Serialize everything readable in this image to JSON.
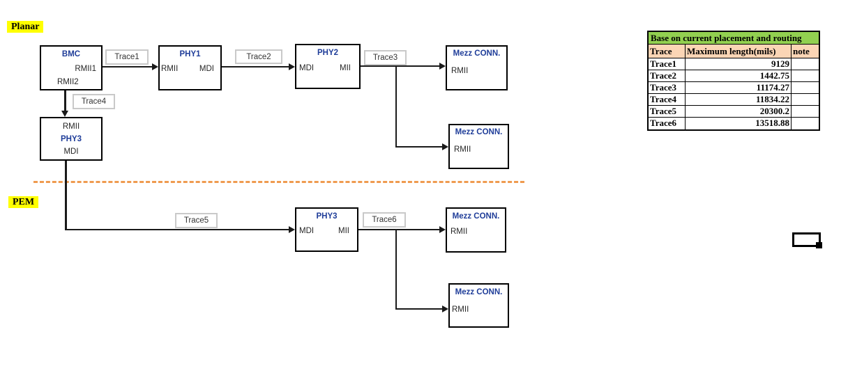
{
  "sections": {
    "planar": "Planar",
    "pem": "PEM"
  },
  "boxes": {
    "bmc": {
      "title": "BMC",
      "port1": "RMII1",
      "port2": "RMII2"
    },
    "phy1": {
      "title": "PHY1",
      "left_port": "RMII",
      "right_port": "MDI"
    },
    "phy2": {
      "title": "PHY2",
      "left_port": "MDI",
      "right_port": "MII"
    },
    "phy3_planar": {
      "top_port": "RMII",
      "title": "PHY3",
      "bottom_port": "MDI"
    },
    "phy3_pem": {
      "title": "PHY3",
      "left_port": "MDI",
      "right_port": "MII"
    },
    "mezz1": {
      "title": "Mezz CONN.",
      "port": "RMII"
    },
    "mezz2": {
      "title": "Mezz CONN.",
      "port": "RMII"
    },
    "mezz3": {
      "title": "Mezz CONN.",
      "port": "RMII"
    },
    "mezz4": {
      "title": "Mezz CONN.",
      "port": "RMII"
    }
  },
  "trace_labels": {
    "trace1": "Trace1",
    "trace2": "Trace2",
    "trace3": "Trace3",
    "trace4": "Trace4",
    "trace5": "Trace5",
    "trace6": "Trace6"
  },
  "table": {
    "title": "Base on current placement and routing",
    "columns": {
      "trace": "Trace",
      "max_length": "Maximum length(mils)",
      "note": "note"
    },
    "rows": [
      {
        "trace": "Trace1",
        "max_length": "9129",
        "note": ""
      },
      {
        "trace": "Trace2",
        "max_length": "1442.75",
        "note": ""
      },
      {
        "trace": "Trace3",
        "max_length": "11174.27",
        "note": ""
      },
      {
        "trace": "Trace4",
        "max_length": "11834.22",
        "note": ""
      },
      {
        "trace": "Trace5",
        "max_length": "20300.2",
        "note": ""
      },
      {
        "trace": "Trace6",
        "max_length": "13518.88",
        "note": ""
      }
    ]
  },
  "colors": {
    "table_title_bg": "#92D050",
    "table_header_bg": "#FBD5B5",
    "section_highlight": "#FFFF00",
    "divider_orange": "#EF9B50",
    "box_title_blue": "#1F3D99",
    "line_black": "#1a1a1a"
  }
}
